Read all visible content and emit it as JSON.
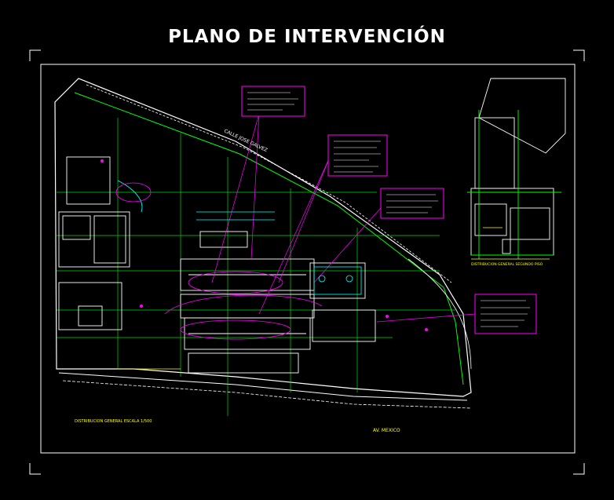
{
  "title": "PLANO DE INTERVENCIÓN",
  "labels": {
    "street_top": "CALLE JOSE GALVEZ",
    "street_bottom": "AV. MEXICO",
    "main_plan_caption": "DISTRIBUCION GENERAL ESCALA 1/500",
    "inset_plan_caption": "DISTRIBUCION GENERAL SEGUNDO PISO"
  },
  "colors": {
    "background": "#000000",
    "title": "#ffffff",
    "frame": "#ffffff",
    "walls": "#ffffff",
    "axes": "#00ff00",
    "annotation": "#ff00ff",
    "grid": "#00ffff",
    "dimension": "#ffff00"
  }
}
